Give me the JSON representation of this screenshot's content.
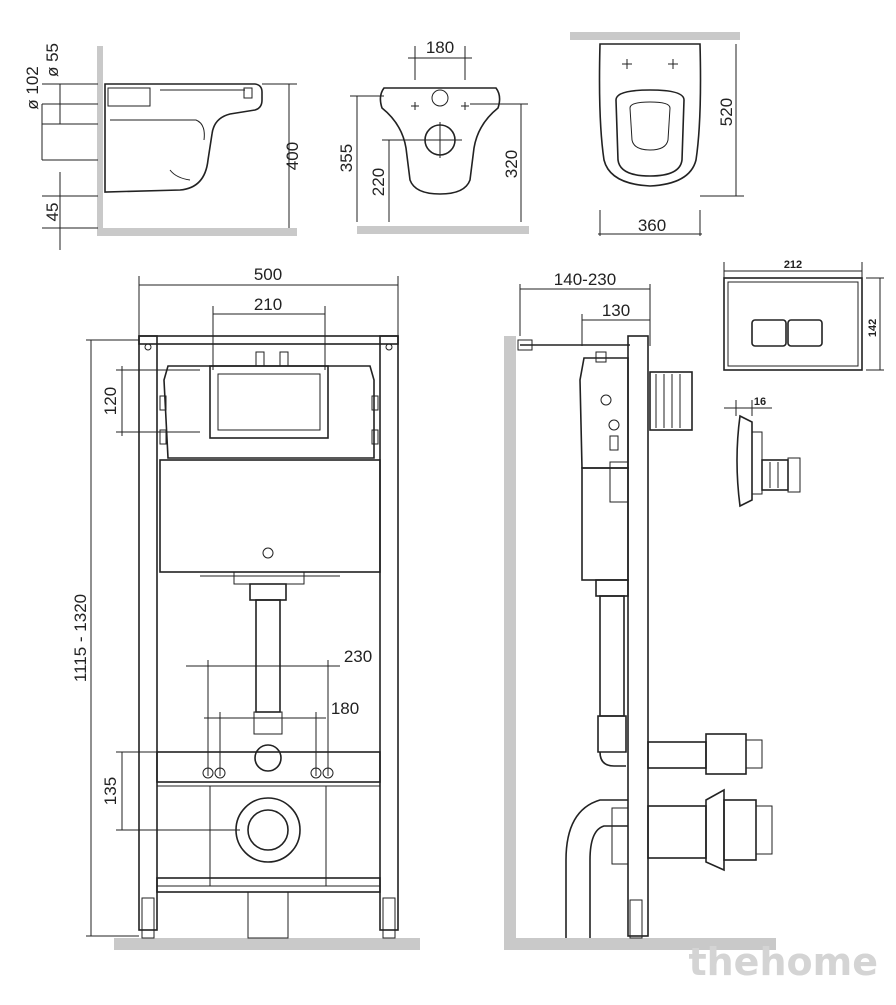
{
  "views": {
    "bowl_side": {
      "d1": "ø 55",
      "d2": "ø 102",
      "d3": "400",
      "d4": "45"
    },
    "bowl_back": {
      "d1": "180",
      "d2": "355",
      "d3": "220",
      "d4": "320"
    },
    "bowl_top": {
      "d1": "520",
      "d2": "360"
    },
    "frame_front": {
      "d1": "500",
      "d2": "210",
      "d3": "120",
      "d4": "1115 - 1320",
      "d5": "230",
      "d6": "180",
      "d7": "135"
    },
    "frame_side": {
      "d1": "140-230",
      "d2": "130"
    },
    "plate": {
      "d1": "212",
      "d2": "142",
      "d3": "16"
    }
  },
  "watermark": "thehome"
}
